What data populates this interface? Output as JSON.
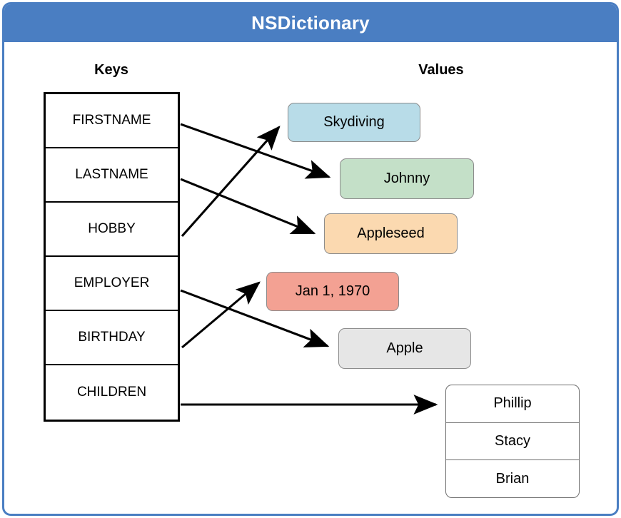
{
  "window": {
    "title": "NSDictionary",
    "title_bar_color": "#4a7ec2",
    "border_color": "#4a7ec2",
    "background_color": "#ffffff"
  },
  "headings": {
    "keys": "Keys",
    "values": "Values"
  },
  "keys": [
    {
      "label": "FIRSTNAME"
    },
    {
      "label": "LASTNAME"
    },
    {
      "label": "HOBBY"
    },
    {
      "label": "EMPLOYER"
    },
    {
      "label": "BIRTHDAY"
    },
    {
      "label": "CHILDREN"
    }
  ],
  "values": [
    {
      "label": "Skydiving",
      "color": "#b8dce8",
      "border": "#8c8c8c"
    },
    {
      "label": "Johnny",
      "color": "#c4e0c8",
      "border": "#8c8c8c"
    },
    {
      "label": "Appleseed",
      "color": "#fbd9b0",
      "border": "#8c8c8c"
    },
    {
      "label": "Jan 1, 1970",
      "color": "#f3a193",
      "border": "#8c8c8c"
    },
    {
      "label": "Apple",
      "color": "#e6e6e6",
      "border": "#8c8c8c"
    }
  ],
  "children_array": {
    "items": [
      {
        "label": "Phillip"
      },
      {
        "label": "Stacy"
      },
      {
        "label": "Brian"
      }
    ]
  },
  "mappings": [
    {
      "key": "FIRSTNAME",
      "value": "Johnny"
    },
    {
      "key": "LASTNAME",
      "value": "Appleseed"
    },
    {
      "key": "HOBBY",
      "value": "Skydiving"
    },
    {
      "key": "EMPLOYER",
      "value": "Apple"
    },
    {
      "key": "BIRTHDAY",
      "value": "Jan 1, 1970"
    },
    {
      "key": "CHILDREN",
      "value": "Phillip / Stacy / Brian"
    }
  ]
}
